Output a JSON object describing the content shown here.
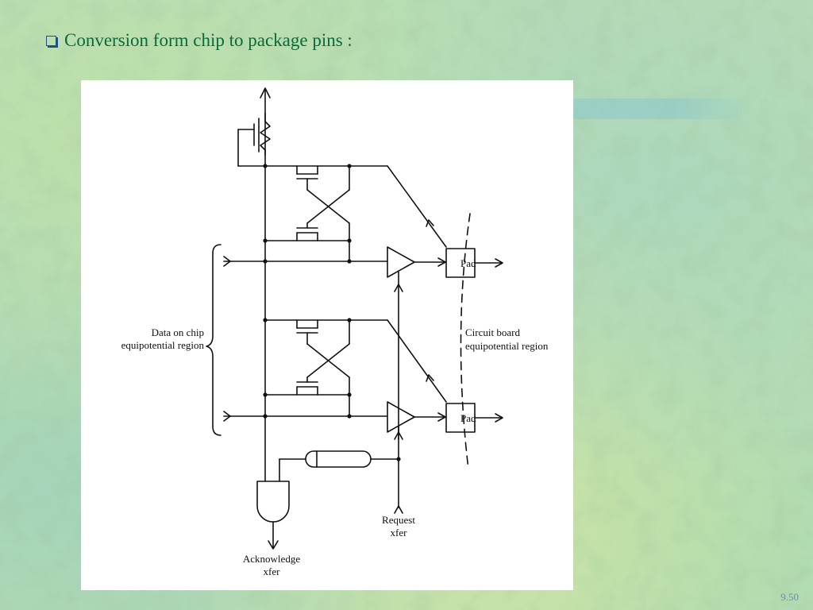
{
  "slide": {
    "title": "Conversion form chip to package pins :",
    "page_number": "9.50"
  },
  "diagram": {
    "pad_top": "Pad",
    "pad_bottom": "Pad",
    "left_label_line1": "Data on chip",
    "left_label_line2": "equipotential region",
    "right_label_line1": "Circuit board",
    "right_label_line2": "equipotential region",
    "request_line1": "Request",
    "request_line2": "xfer",
    "ack_line1": "Acknowledge",
    "ack_line2": "xfer"
  }
}
